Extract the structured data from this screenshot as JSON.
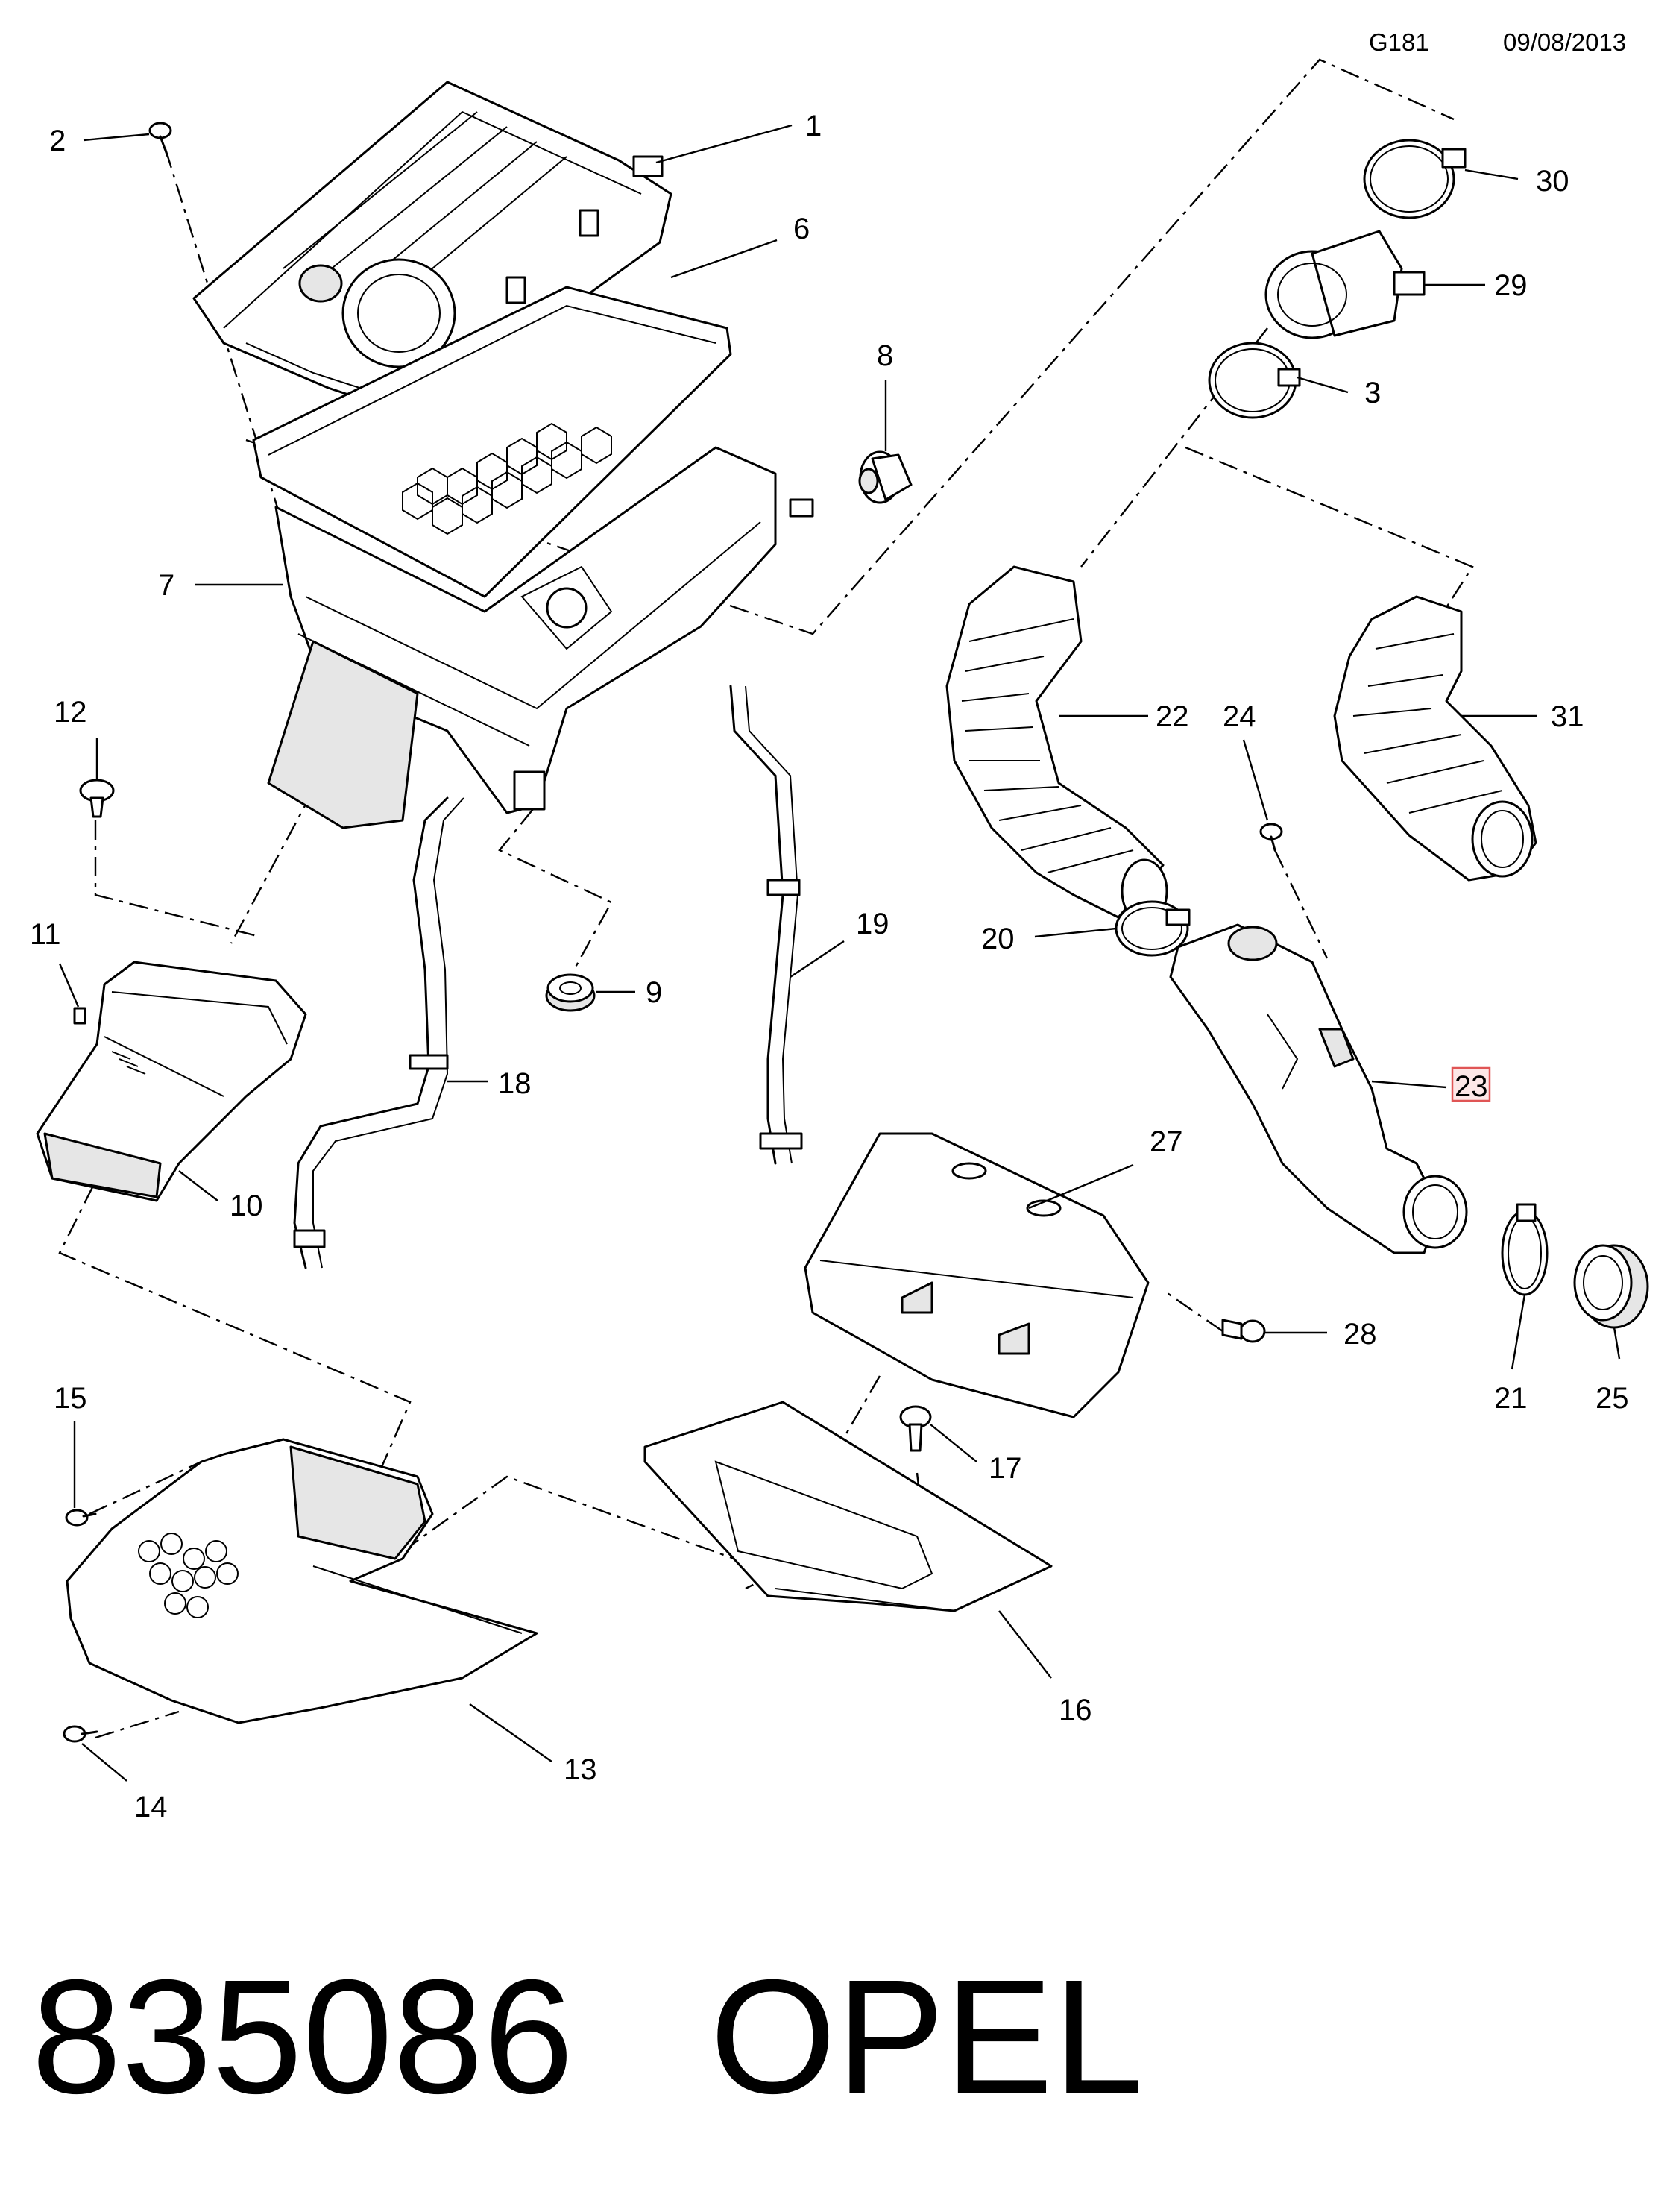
{
  "header": {
    "code": "G181",
    "date": "09/08/2013"
  },
  "callouts": [
    {
      "id": "1",
      "label": "1"
    },
    {
      "id": "2",
      "label": "2"
    },
    {
      "id": "3",
      "label": "3"
    },
    {
      "id": "6",
      "label": "6"
    },
    {
      "id": "7",
      "label": "7"
    },
    {
      "id": "8",
      "label": "8"
    },
    {
      "id": "9",
      "label": "9"
    },
    {
      "id": "10",
      "label": "10"
    },
    {
      "id": "11",
      "label": "11"
    },
    {
      "id": "12",
      "label": "12"
    },
    {
      "id": "13",
      "label": "13"
    },
    {
      "id": "14",
      "label": "14"
    },
    {
      "id": "15",
      "label": "15"
    },
    {
      "id": "16",
      "label": "16"
    },
    {
      "id": "17",
      "label": "17"
    },
    {
      "id": "18",
      "label": "18"
    },
    {
      "id": "19",
      "label": "19"
    },
    {
      "id": "20",
      "label": "20"
    },
    {
      "id": "21",
      "label": "21"
    },
    {
      "id": "22",
      "label": "22"
    },
    {
      "id": "23",
      "label": "23",
      "highlighted": true
    },
    {
      "id": "24",
      "label": "24"
    },
    {
      "id": "25",
      "label": "25"
    },
    {
      "id": "27",
      "label": "27"
    },
    {
      "id": "28",
      "label": "28"
    },
    {
      "id": "29",
      "label": "29"
    },
    {
      "id": "30",
      "label": "30"
    },
    {
      "id": "31",
      "label": "31"
    }
  ],
  "footer": {
    "part_number": "835086",
    "brand": "OPEL"
  },
  "colors": {
    "line": "#000000",
    "background": "#ffffff",
    "highlight_fill": "#fde7e7",
    "highlight_border": "#e05555"
  }
}
